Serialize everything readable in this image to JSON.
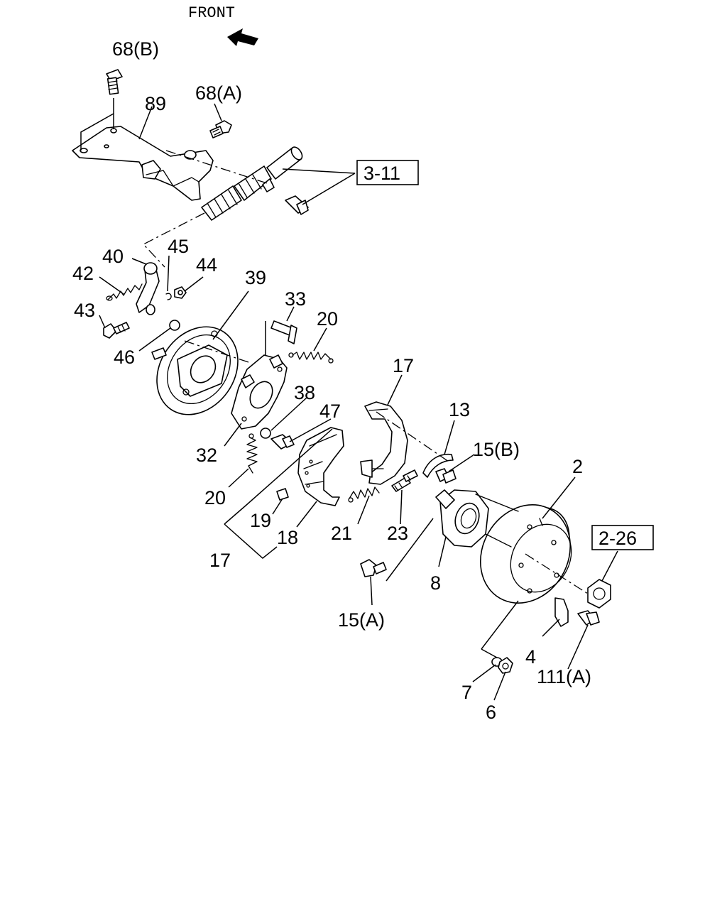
{
  "diagram": {
    "front_label": "FRONT",
    "callouts": {
      "p68b": "68(B)",
      "p68a": "68(A)",
      "p89": "89",
      "ref311": "3-11",
      "p40": "40",
      "p45": "45",
      "p42": "42",
      "p44": "44",
      "p43": "43",
      "p39": "39",
      "p33": "33",
      "p20a": "20",
      "p46": "46",
      "p17a": "17",
      "p38": "38",
      "p47": "47",
      "p13": "13",
      "p15b": "15(B)",
      "p2": "2",
      "p32": "32",
      "p20b": "20",
      "ref226": "2-26",
      "p19": "19",
      "p21": "21",
      "p23": "23",
      "p18": "18",
      "p8": "8",
      "p17b": "17",
      "p15a": "15(A)",
      "p4": "4",
      "p111a": "111(A)",
      "p7": "7",
      "p6": "6"
    }
  }
}
